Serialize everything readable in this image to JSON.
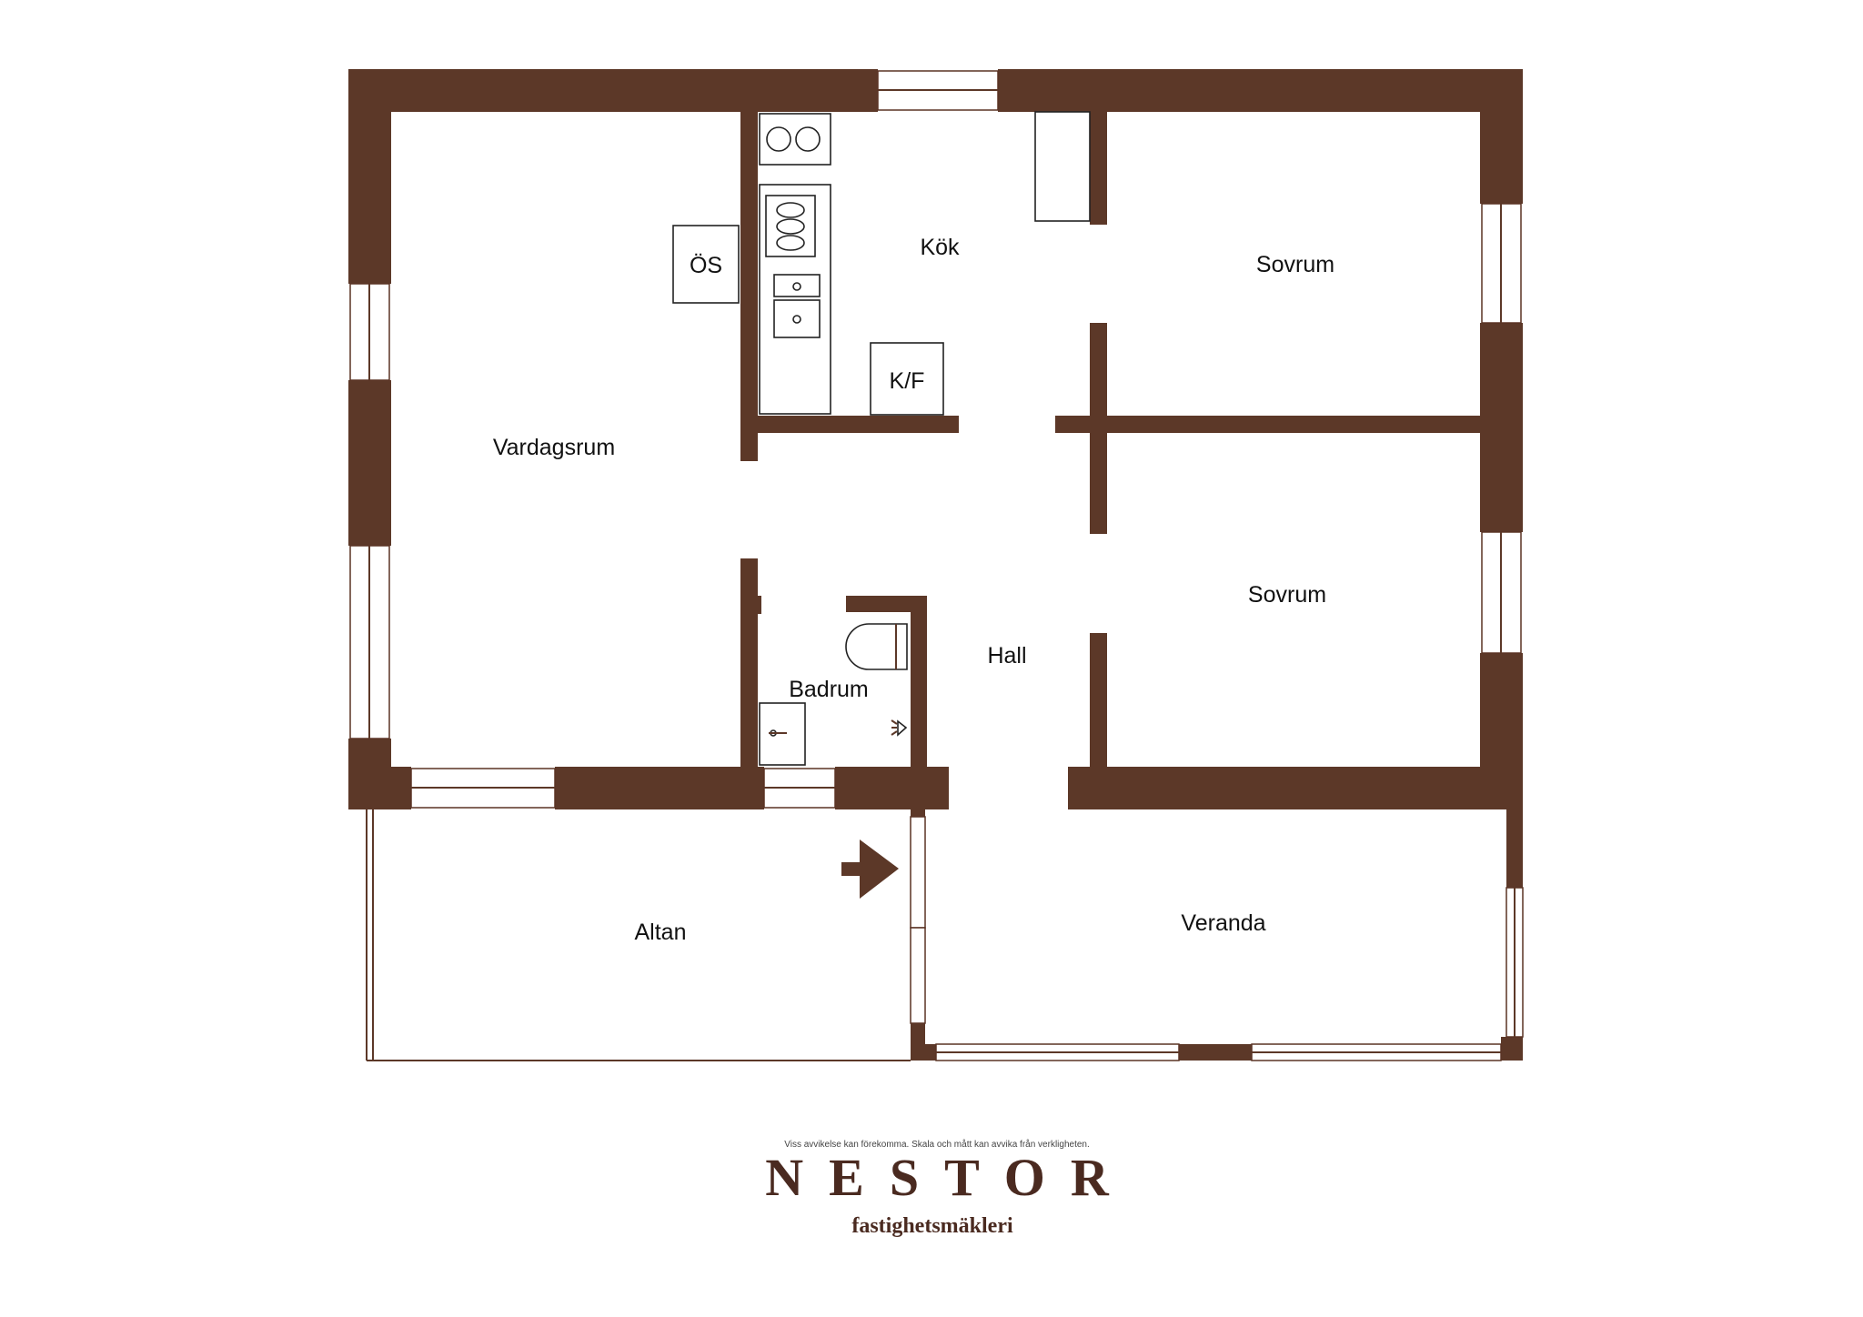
{
  "colors": {
    "wall": "#5c3828",
    "brand": "#4a2a20"
  },
  "rooms": {
    "kok": "Kök",
    "sovrum_top": "Sovrum",
    "sovrum_bottom": "Sovrum",
    "vardagsrum": "Vardagsrum",
    "hall": "Hall",
    "badrum": "Badrum",
    "altan": "Altan",
    "veranda": "Veranda"
  },
  "fixtures": {
    "os": "ÖS",
    "kf": "K/F"
  },
  "icons": {
    "entrance": "entrance-arrow-icon"
  },
  "footer": {
    "disclaimer": "Viss avvikelse kan förekomma. Skala och mått kan avvika från verkligheten.",
    "brand": "NESTOR",
    "sub": "fastighetsmäkleri"
  }
}
